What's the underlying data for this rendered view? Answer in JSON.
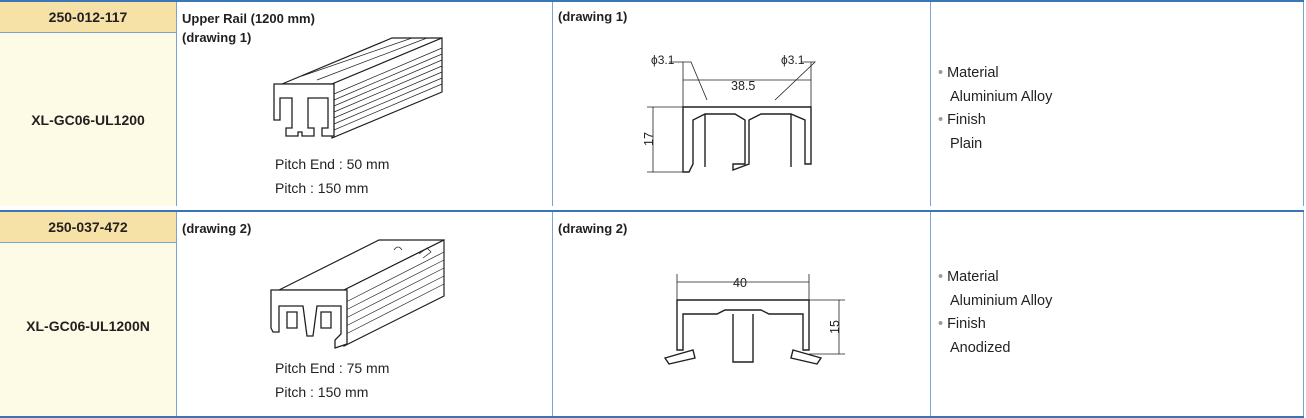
{
  "rows": [
    {
      "code": "250-012-117",
      "model": "XL-GC06-UL1200",
      "title": "Upper Rail (1200 mm)",
      "pic_drawing": "(drawing 1)",
      "pitch_end": "Pitch End : 50 mm",
      "pitch": "Pitch : 150 mm",
      "dwg_label": "(drawing 1)",
      "dim_hole_left": "ϕ3.1",
      "dim_hole_right": "ϕ3.1",
      "dim_width": "38.5",
      "dim_height": "17",
      "spec_material_label": "Material",
      "spec_material_value": "Aluminium Alloy",
      "spec_finish_label": "Finish",
      "spec_finish_value": "Plain"
    },
    {
      "code": "250-037-472",
      "model": "XL-GC06-UL1200N",
      "pic_drawing": "(drawing 2)",
      "pitch_end": "Pitch End : 75 mm",
      "pitch": "Pitch : 150 mm",
      "dwg_label": "(drawing 2)",
      "dim_width": "40",
      "dim_height": "15",
      "spec_material_label": "Material",
      "spec_material_value": "Aluminium Alloy",
      "spec_finish_label": "Finish",
      "spec_finish_value": "Anodized"
    }
  ],
  "bullet": "•",
  "colors": {
    "border": "#3a76b7",
    "code_bg": "#f6e1a6",
    "model_bg": "#fdfbe6"
  }
}
